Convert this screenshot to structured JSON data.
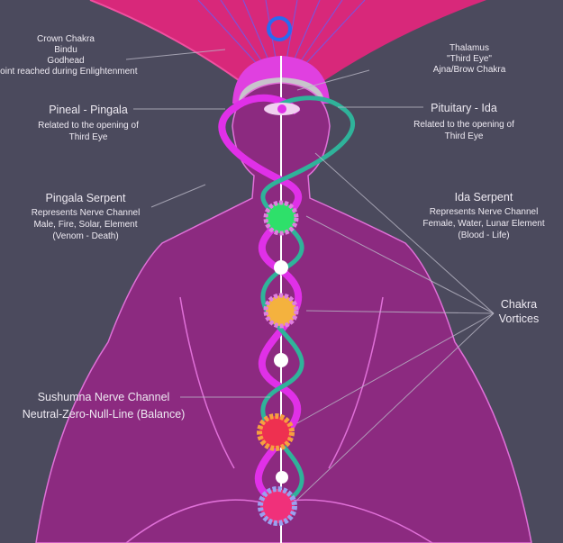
{
  "title": "Kundalini Energy Channels and Chakras",
  "labels": {
    "crown": [
      "Crown Chakra",
      "Bindu",
      "Godhead",
      "Point reached during Enlightenment"
    ],
    "thalamus": [
      "Thalamus",
      "\"Third Eye\"",
      "Ajna/Brow Chakra"
    ],
    "pineal": [
      "Pineal - Pingala",
      "Related to the opening of",
      "Third Eye"
    ],
    "pituitary": [
      "Pituitary - Ida",
      "Related to the opening of",
      "Third Eye"
    ],
    "pingala": [
      "Pingala Serpent",
      "Represents Nerve Channel",
      "Male, Fire, Solar, Element",
      "(Venom - Death)"
    ],
    "ida": [
      "Ida Serpent",
      "Represents Nerve Channel",
      "Female, Water, Lunar Element",
      "(Blood - Life)"
    ],
    "vortices": [
      "Chakra",
      "Vortices"
    ],
    "sushumna": [
      "Sushumna Nerve Channel",
      "Neutral-Zero-Null-Line (Balance)"
    ]
  },
  "colors": {
    "background": "#4b4a5d",
    "body": "#8c2a80",
    "pingala": "#e030e8",
    "ida": "#2fb39a",
    "heart_chakra": "#2ee06a",
    "solar_chakra": "#f4b23e",
    "sacral_chakra": "#ee3050",
    "root_chakra": "#f0307a"
  }
}
